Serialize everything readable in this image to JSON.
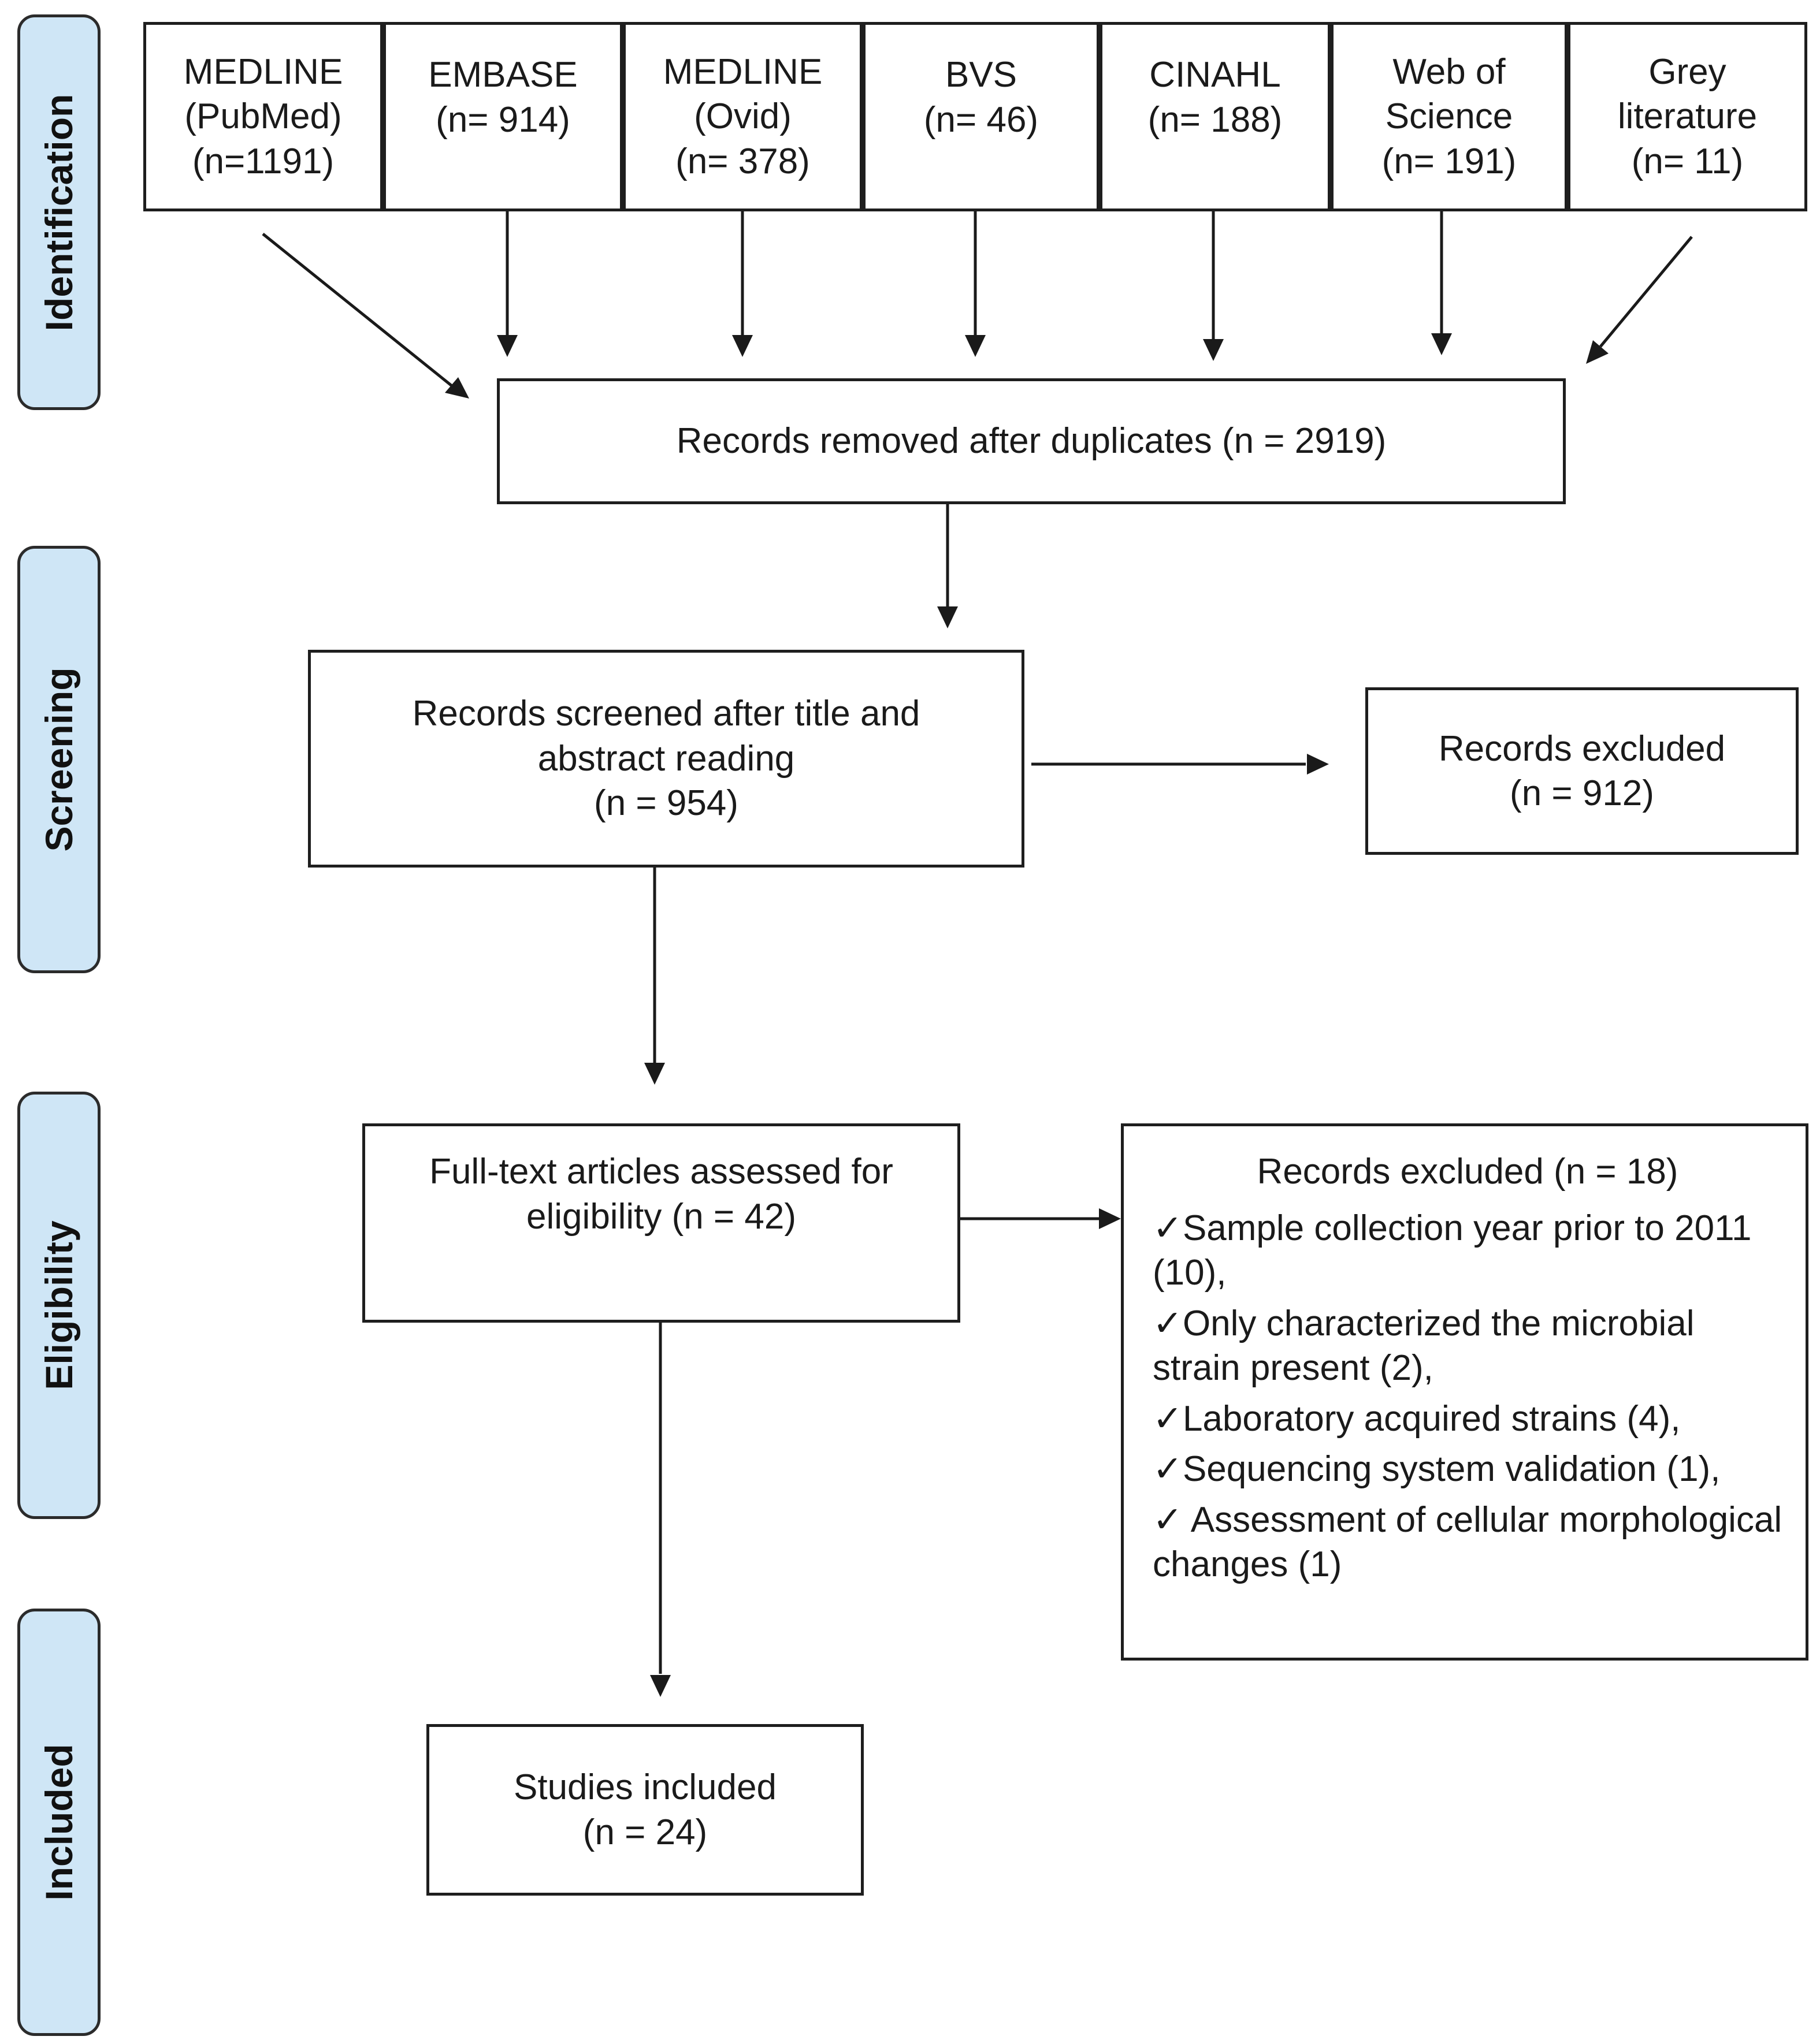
{
  "stages": [
    {
      "id": "identification",
      "label": "Identification"
    },
    {
      "id": "screening",
      "label": "Screening"
    },
    {
      "id": "eligibility",
      "label": "Eligibility"
    },
    {
      "id": "included",
      "label": "Included"
    }
  ],
  "sources": [
    {
      "lines": [
        "MEDLINE",
        "(PubMed)",
        "(n=1191)"
      ]
    },
    {
      "lines": [
        "EMBASE",
        "(n= 914)"
      ]
    },
    {
      "lines": [
        "MEDLINE",
        "(Ovid)",
        "(n= 378)"
      ]
    },
    {
      "lines": [
        "BVS",
        "(n= 46)"
      ]
    },
    {
      "lines": [
        "CINAHL",
        "(n= 188)"
      ]
    },
    {
      "lines": [
        "Web of",
        "Science",
        "(n= 191)"
      ]
    },
    {
      "lines": [
        "Grey",
        "literature",
        "(n= 11)"
      ]
    }
  ],
  "duplicates": {
    "text": "Records removed after duplicates (n = 2919)"
  },
  "screened": {
    "lines": [
      "Records screened after title and",
      "abstract reading",
      "(n = 954)"
    ]
  },
  "excluded_screen": {
    "lines": [
      "Records excluded",
      "(n = 912)"
    ]
  },
  "fulltext": {
    "lines": [
      "Full-text articles assessed for",
      "eligibility (n = 42)"
    ]
  },
  "excluded_full": {
    "title": "Records excluded (n = 18)",
    "items": [
      "✓Sample collection year prior to 2011 (10),",
      "✓Only characterized the microbial strain present (2),",
      "✓Laboratory acquired strains (4),",
      "✓Sequencing system validation (1),",
      "✓ Assessment of cellular morphological changes (1)"
    ]
  },
  "included": {
    "lines": [
      "Studies included",
      "(n = 24)"
    ]
  }
}
